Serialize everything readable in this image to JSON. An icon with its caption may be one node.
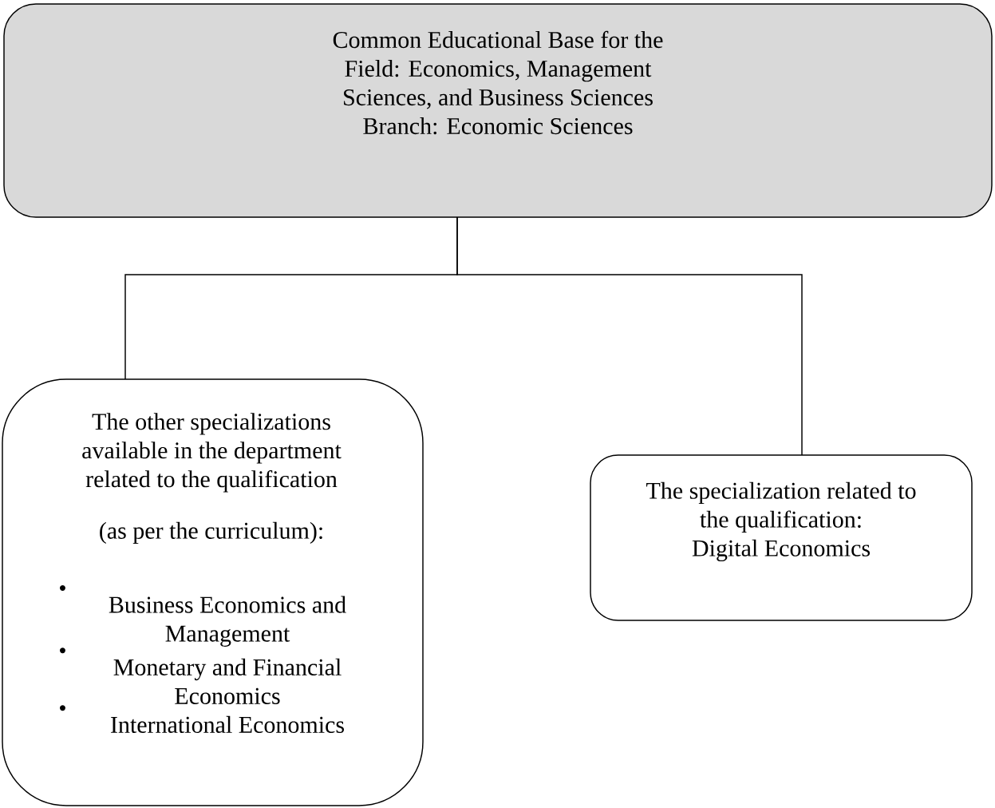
{
  "diagram": {
    "nodes": [
      {
        "text": [
          "Common Educational Base for the Field: Economics, Management Sciences, and Business Sciences",
          "Branch: Economic Sciences"
        ]
      },
      {
        "text": [
          "The other specializations available in the department related to the qualification",
          "(as per the curriculum):",
          "Business Economics and Management",
          "Monetary and Financial Economics",
          "International Economics"
        ]
      },
      {
        "text": [
          "The specialization related to the qualification:",
          "Digital Economics"
        ]
      }
    ],
    "edges": [
      {
        "from": 0,
        "to": 1,
        "arrow": "none"
      },
      {
        "from": 0,
        "to": 2,
        "arrow": "none"
      }
    ]
  }
}
